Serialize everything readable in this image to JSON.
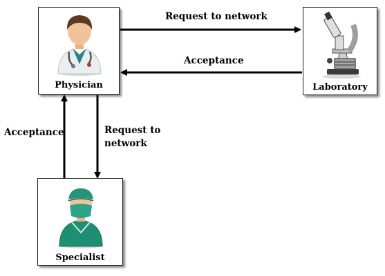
{
  "nodes": {
    "physician": {
      "label": "Physician",
      "icon": "physician-icon"
    },
    "laboratory": {
      "label": "Laboratory",
      "icon": "microscope-icon"
    },
    "specialist": {
      "label": "Specialist",
      "icon": "surgeon-icon"
    }
  },
  "edges": {
    "physician_to_lab": "Request to network",
    "lab_to_physician": "Acceptance",
    "specialist_to_physician": "Acceptance",
    "physician_to_specialist_line1": "Request to",
    "physician_to_specialist_line2": "network"
  },
  "colors": {
    "line": "#000000",
    "scrubs": "#1f8f74",
    "coat": "#e8eef0",
    "skin": "#f2c29a"
  }
}
